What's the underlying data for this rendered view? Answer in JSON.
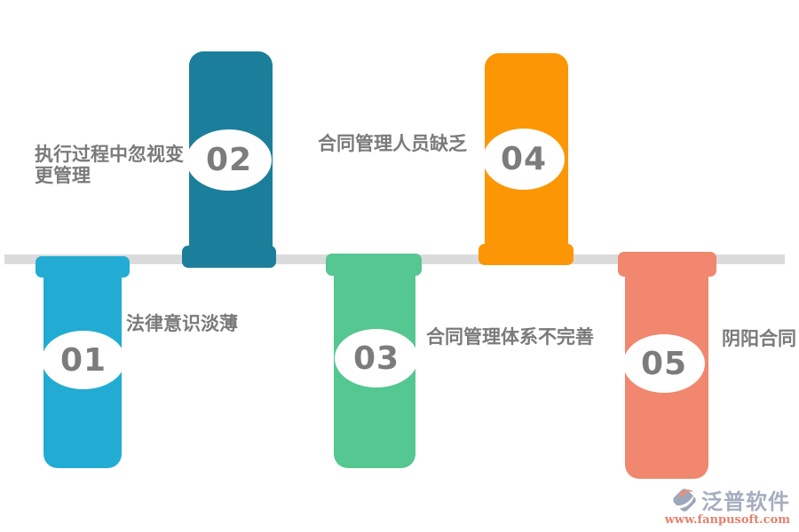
{
  "palette": {
    "timeline": "#DBDBDB",
    "label_text": "#7A7A7A",
    "number_text": "#7C7C7C",
    "badge_fill": "#FFFFFF",
    "item_colors": [
      "#22ACD3",
      "#1B7F9B",
      "#55C791",
      "#FC9604",
      "#F0876E"
    ]
  },
  "items": [
    {
      "number": "01",
      "label": "法律意识淡薄",
      "color": "#22ACD3",
      "side": "below"
    },
    {
      "number": "02",
      "label": "执行过程中忽视变更管理",
      "color": "#1B7F9B",
      "side": "above"
    },
    {
      "number": "03",
      "label": "合同管理体系不完善",
      "color": "#55C791",
      "side": "below"
    },
    {
      "number": "04",
      "label": "合同管理人员缺乏",
      "color": "#FC9604",
      "side": "above"
    },
    {
      "number": "05",
      "label": "阴阳合同",
      "color": "#F0876E",
      "side": "below"
    }
  ],
  "watermark": {
    "brand": "泛普软件",
    "url": "www.fanpusoft.com",
    "brand_color": "#A5ADC0",
    "url_color": "#E2826E",
    "mark_colors": {
      "base": "#9DA7BA",
      "accent": "#E58F7D"
    }
  }
}
